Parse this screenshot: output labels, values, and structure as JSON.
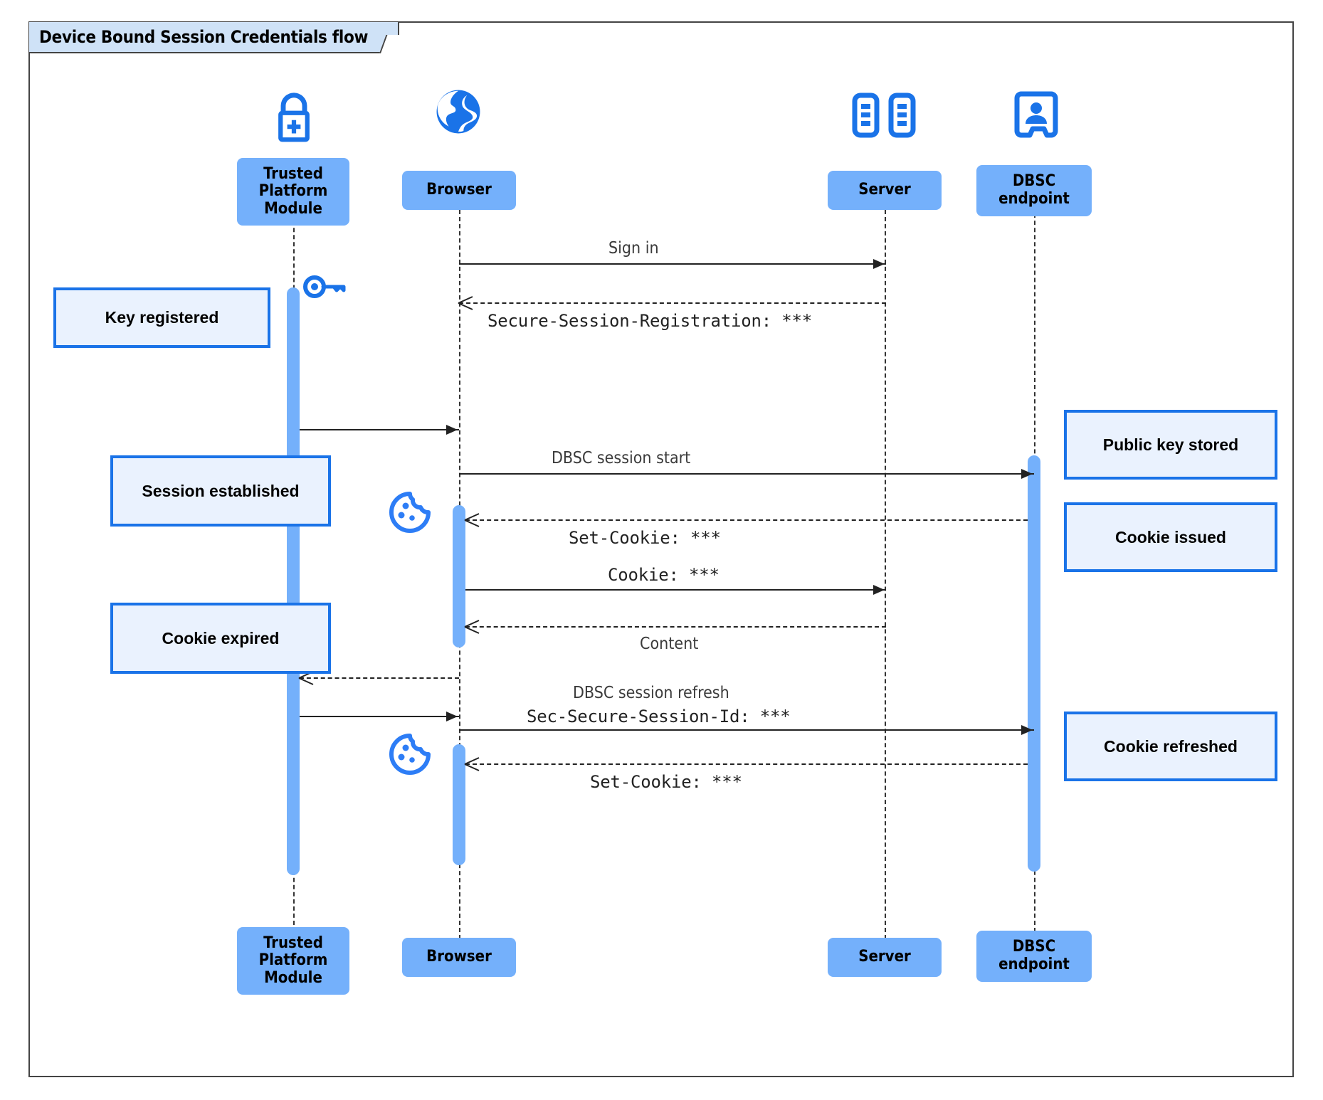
{
  "diagram": {
    "title": "Device Bound Session Credentials flow",
    "type": "sequence-diagram",
    "accent_color": "#1a73e8",
    "participant_fill": "#74b0fb",
    "note_fill": "#eaf2fe",
    "note_border": "#1a73e8"
  },
  "participants": [
    {
      "id": "tpm",
      "label": "Trusted Platform Module",
      "icon": "lock-plus-icon"
    },
    {
      "id": "browser",
      "label": "Browser",
      "icon": "globe-icon"
    },
    {
      "id": "server",
      "label": "Server",
      "icon": "server-rack-icon"
    },
    {
      "id": "dbsc",
      "label": "DBSC endpoint",
      "icon": "id-badge-icon"
    }
  ],
  "participants_footer": [
    {
      "id": "tpm",
      "label": "Trusted Platform Module"
    },
    {
      "id": "browser",
      "label": "Browser"
    },
    {
      "id": "server",
      "label": "Server"
    },
    {
      "id": "dbsc",
      "label": "DBSC endpoint"
    }
  ],
  "messages": [
    {
      "id": "m1",
      "text": "Sign in",
      "style": "sans",
      "line": "solid",
      "from": "browser",
      "to": "server"
    },
    {
      "id": "m2",
      "text": "Secure-Session-Registration: ***",
      "style": "mono",
      "line": "dashed",
      "from": "server",
      "to": "browser"
    },
    {
      "id": "m3",
      "text": "",
      "style": "sans",
      "line": "solid",
      "from": "tpm",
      "to": "browser"
    },
    {
      "id": "m4",
      "text": "DBSC session start",
      "style": "sans",
      "line": "solid",
      "from": "browser",
      "to": "dbsc"
    },
    {
      "id": "m5",
      "text": "Set-Cookie: ***",
      "style": "mono",
      "line": "dashed",
      "from": "dbsc",
      "to": "browser"
    },
    {
      "id": "m6",
      "text": "Cookie: ***",
      "style": "mono",
      "line": "solid",
      "from": "browser",
      "to": "server"
    },
    {
      "id": "m7",
      "text": "Content",
      "style": "sans",
      "line": "dashed",
      "from": "server",
      "to": "browser"
    },
    {
      "id": "m8",
      "text": "",
      "style": "sans",
      "line": "dashed",
      "from": "browser",
      "to": "tpm"
    },
    {
      "id": "m9",
      "text": "DBSC session refresh",
      "style": "sans",
      "line": "none",
      "from": "browser",
      "to": "dbsc"
    },
    {
      "id": "m10",
      "text": "Sec-Secure-Session-Id: ***",
      "style": "mono",
      "line": "solid",
      "from": "browser",
      "to": "dbsc"
    },
    {
      "id": "m11",
      "text": "",
      "style": "sans",
      "line": "solid",
      "from": "tpm",
      "to": "browser"
    },
    {
      "id": "m12",
      "text": "Set-Cookie: ***",
      "style": "mono",
      "line": "dashed",
      "from": "dbsc",
      "to": "browser"
    }
  ],
  "notes": [
    {
      "id": "n1",
      "text": "Key registered",
      "side": "left",
      "near": "tpm"
    },
    {
      "id": "n2",
      "text": "Session established",
      "side": "left",
      "near": "tpm"
    },
    {
      "id": "n3",
      "text": "Cookie expired",
      "side": "left",
      "near": "tpm"
    },
    {
      "id": "n4",
      "text": "Public key stored",
      "side": "right",
      "near": "dbsc"
    },
    {
      "id": "n5",
      "text": "Cookie issued",
      "side": "right",
      "near": "dbsc"
    },
    {
      "id": "n6",
      "text": "Cookie refreshed",
      "side": "right",
      "near": "dbsc"
    }
  ],
  "inline_icons": [
    {
      "id": "i1",
      "name": "key-icon",
      "near": "tpm"
    },
    {
      "id": "i2",
      "name": "cookie-icon",
      "near": "browser"
    },
    {
      "id": "i3",
      "name": "cookie-icon",
      "near": "browser"
    }
  ]
}
